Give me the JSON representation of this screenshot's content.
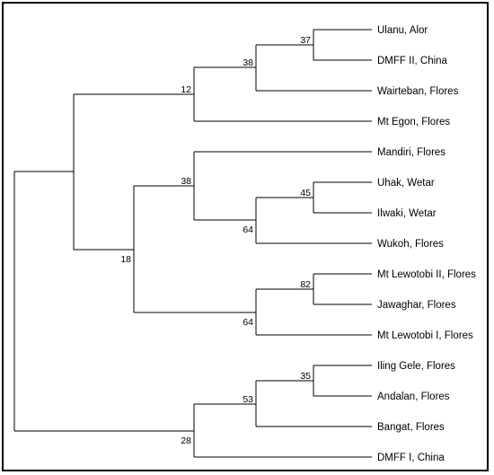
{
  "tree": {
    "taxa": [
      "Ulanu, Alor",
      "DMFF II, China",
      "Wairteban, Flores",
      "Mt Egon, Flores",
      "Mandiri, Flores",
      "Uhak, Wetar",
      "Ilwaki, Wetar",
      "Wukoh, Flores",
      "Mt Lewotobi II, Flores",
      "Jawaghar, Flores",
      "Mt Lewotobi I, Flores",
      "Iling Gele, Flores",
      "Andalan, Flores",
      "Bangat, Flores",
      "DMFF I, China"
    ],
    "support_values": {
      "ulanu_dmff2": "37",
      "wairteban_clade": "38",
      "mtegon_clade": "12",
      "uhak_ilwaki": "45",
      "wukoh_clade": "64",
      "mandiri_clade": "38",
      "lewotobi2_jawaghar": "82",
      "lewotobi1_clade": "64",
      "flores_wetar_clade": "18",
      "iling_andalan": "35",
      "bangat_clade": "53",
      "dmff1_clade": "28"
    }
  }
}
